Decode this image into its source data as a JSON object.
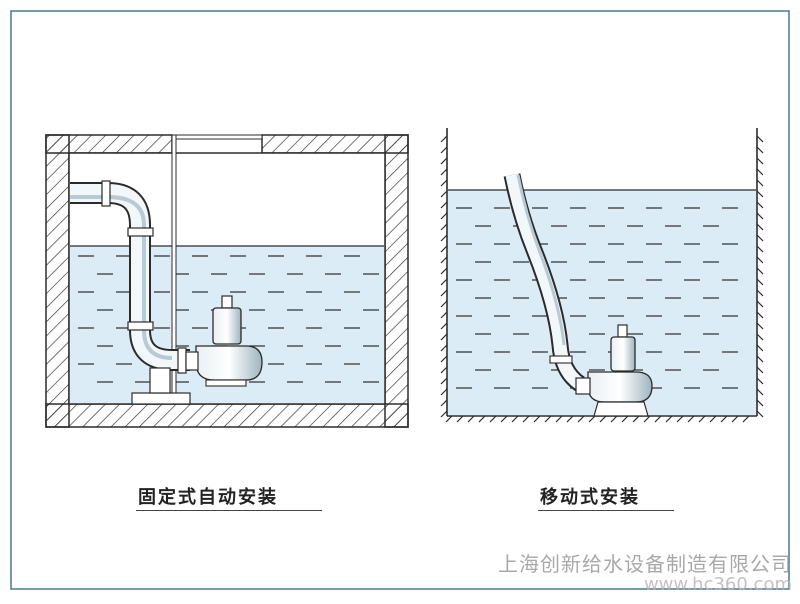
{
  "captions": {
    "fixed_install": "固定式自动安装",
    "mobile_install": "移动式安装"
  },
  "watermark": {
    "company": "上海创新给水设备制造有限公司",
    "website": "www.hc360.com"
  },
  "colors": {
    "water": "#dcecf6",
    "line": "#2b2b2b",
    "frame": "#3a6f86",
    "pump": "#c9d7df"
  }
}
